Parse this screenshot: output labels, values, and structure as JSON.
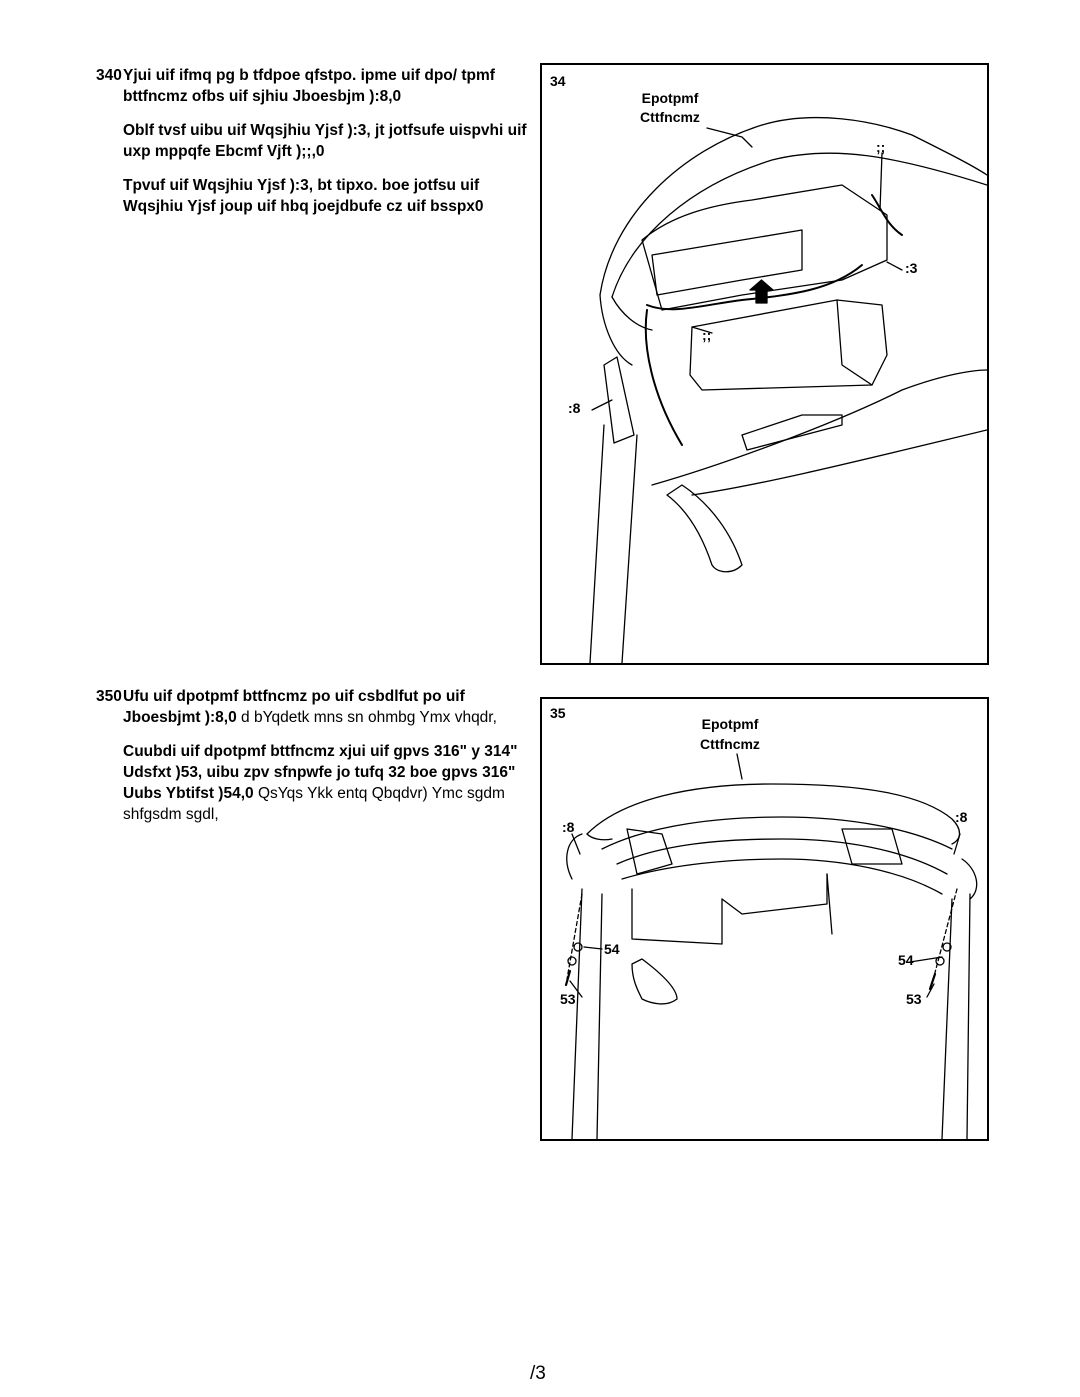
{
  "step1": {
    "number": "340",
    "p1": "Yjui uif ifmq pg b tfdpoe qfstpo. ipme uif dpo/ tpmf bttfncmz ofbs uif sjhiu Jboesbjm ):8,0",
    "p2": "Oblf tvsf uibu uif Wqsjhiu Yjsf ):3, jt jotfsufe uispvhi uif uxp mppqfe Ebcmf Vjft );;,0",
    "p3": "Tpvuf uif Wqsjhiu Yjsf ):3, bt tipxo. boe jotfsu uif Wqsjhiu Yjsf joup uif hbq joejdbufe cz uif bsspx0"
  },
  "step2": {
    "number": "350",
    "p1_bold": "Ufu uif dpotpmf bttfncmz po uif csbdlfut po uif Jboesbjmt ):8,0",
    "p1_normal": "d bYqdetk mns sn ohmbg Ymx vhqdr,",
    "p2_bold": "Cuubdi uif dpotpmf bttfncmz xjui uif gpvs 316\" y 314\" Udsfxt )53, uibu zpv sfnpwfe jo tufq 32 boe gpvs 316\" Uubs Ybtifst )54,0",
    "p2_normal": "QsYqs Ykk entq Qbqdvr) Ymc sgdm shfgsdm sgdl,"
  },
  "figure1": {
    "number": "34",
    "title_line1": "Epotpmf",
    "title_line2": "Cttfncmz",
    "callout_top": ";;",
    "callout_wire": ":3",
    "callout_mid": ";;",
    "callout_rail": ":8"
  },
  "figure2": {
    "number": "35",
    "title_line1": "Epotpmf",
    "title_line2": "Cttfncmz",
    "callout_rail_left": ":8",
    "callout_rail_right": ":8",
    "callout_washer_left": "54",
    "callout_washer_right": "54",
    "callout_screw_left": "53",
    "callout_screw_right": "53"
  },
  "page_number": "/3"
}
